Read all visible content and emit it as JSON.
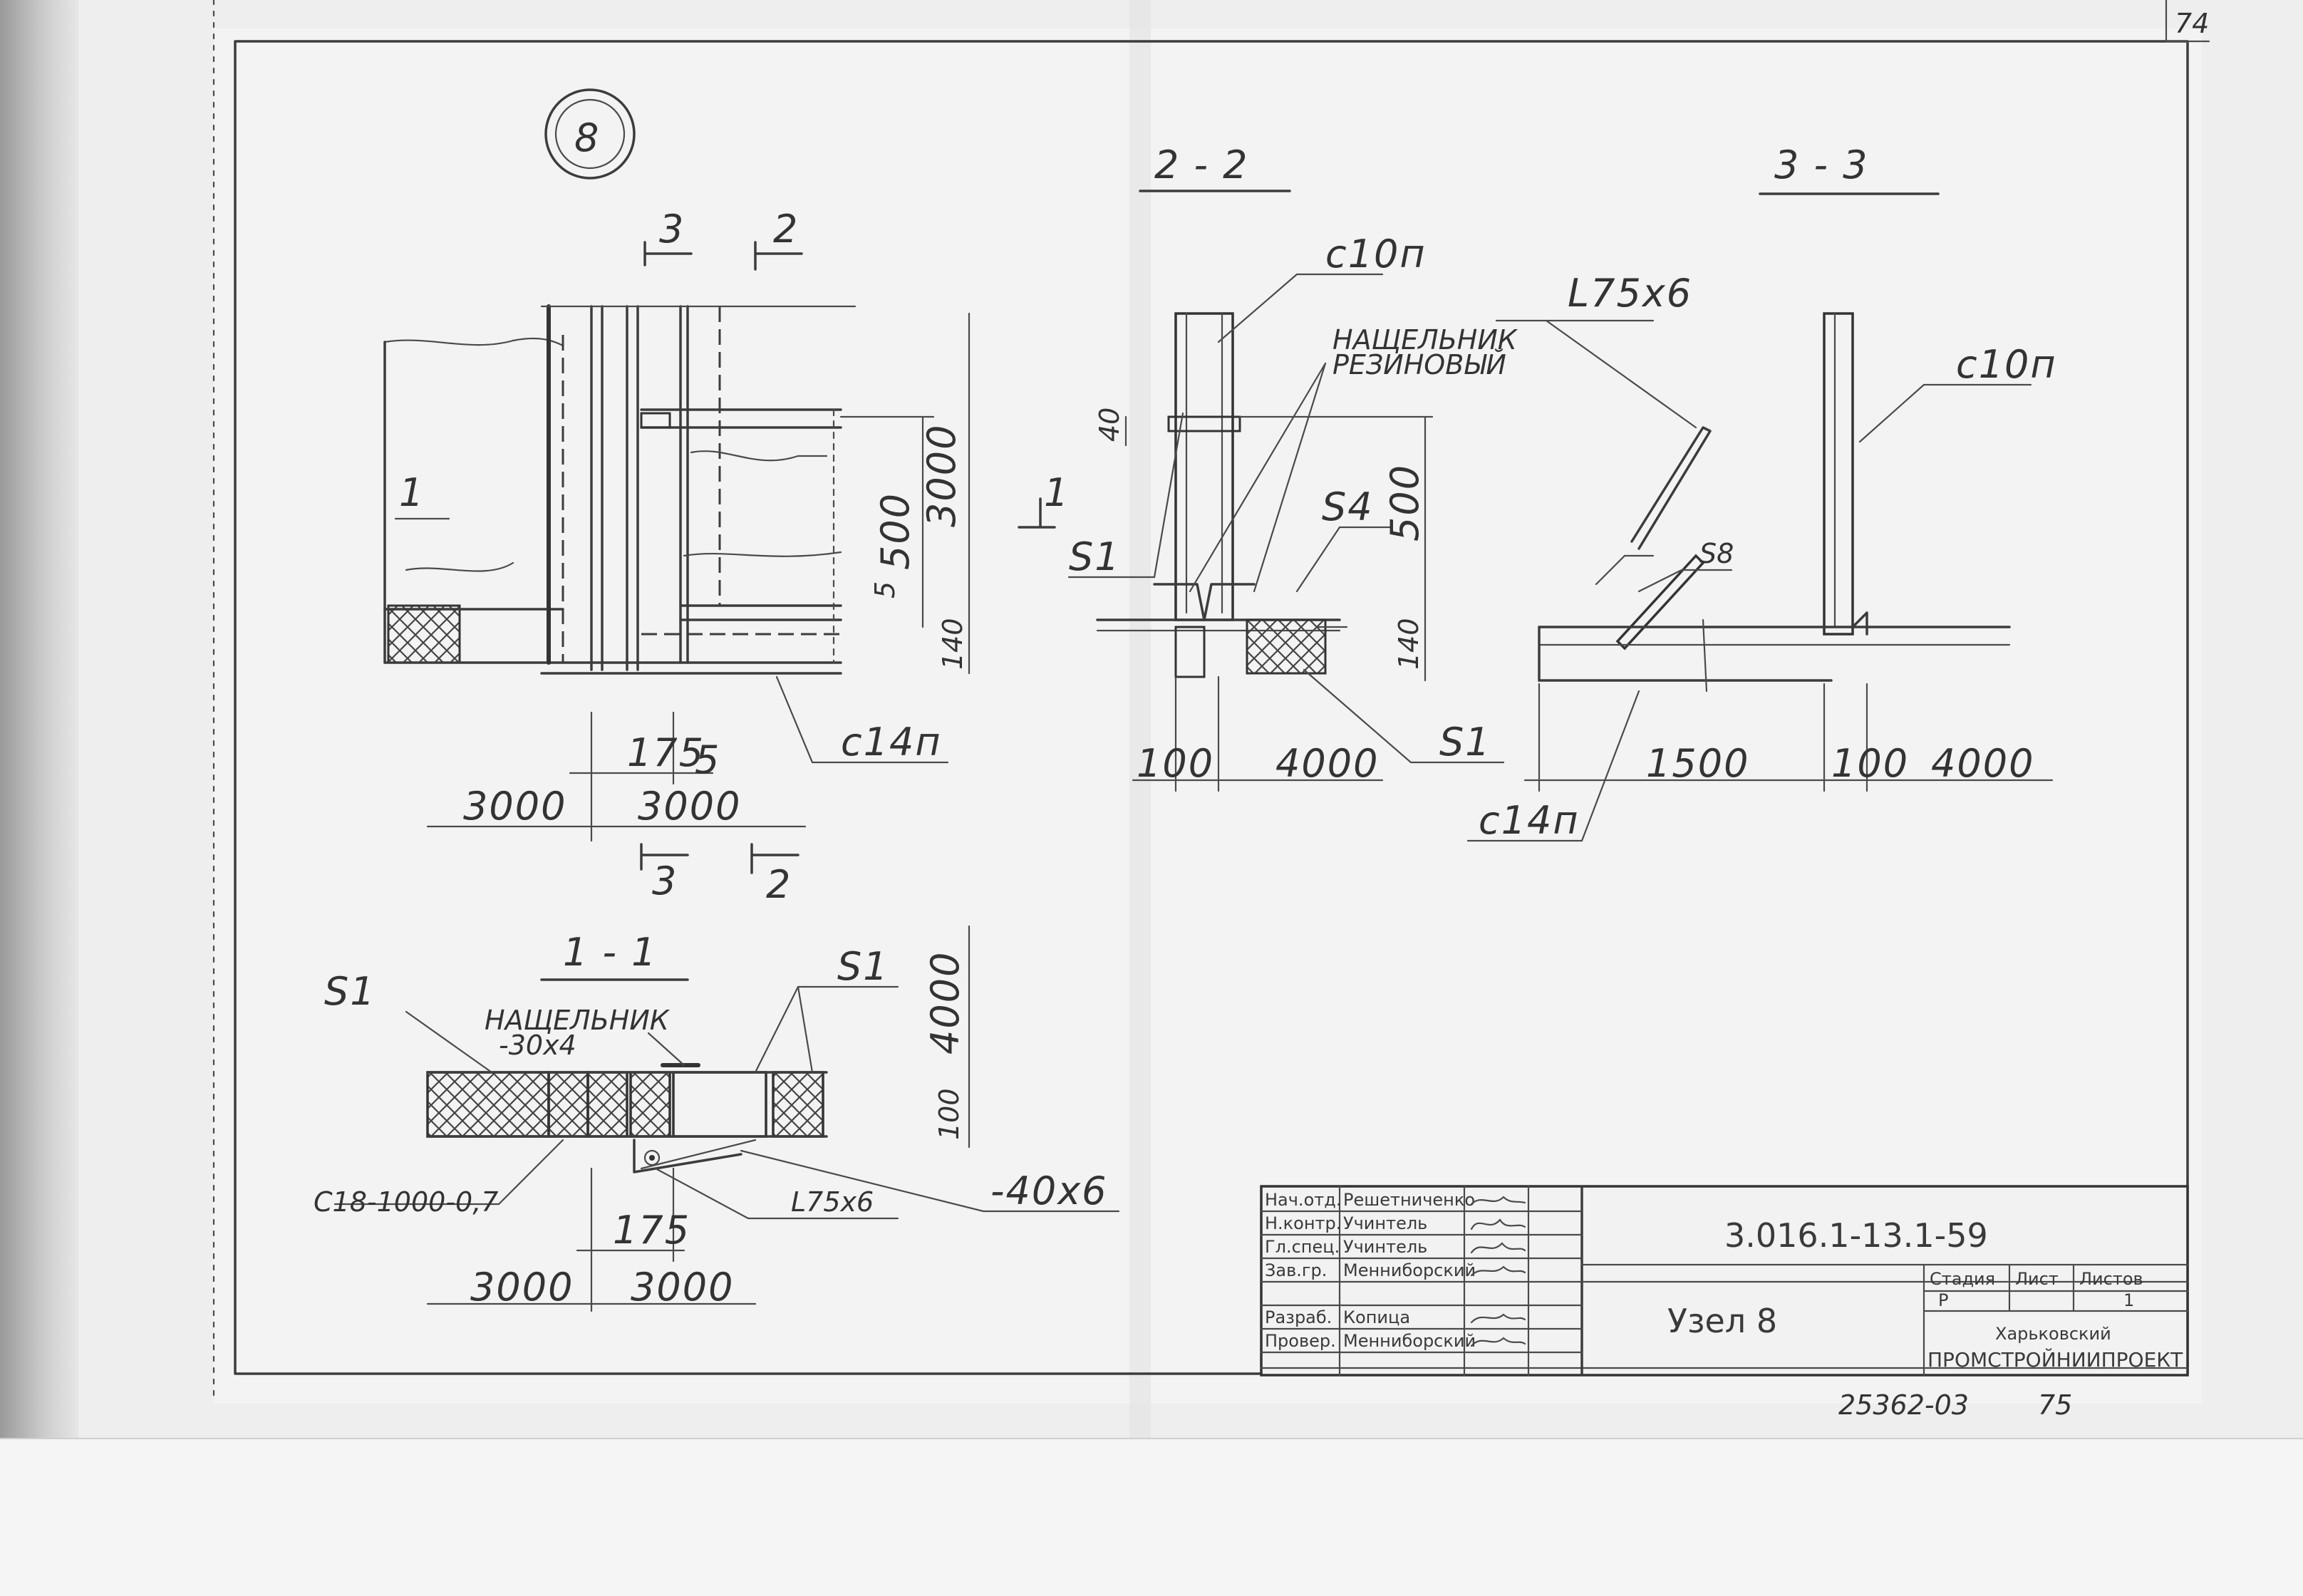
{
  "page_number": "74",
  "node_number": "8",
  "sections": {
    "s22": "2 - 2",
    "s33": "3 - 3",
    "s11": "1 - 1"
  },
  "labels": {
    "mark_3_top": "3",
    "mark_2_top": "2",
    "mark_3_bottom": "3",
    "mark_2_bottom": "2",
    "mark_1": "1",
    "panel_1": "1",
    "c10p_a": "с10п",
    "c10p_b": "с10п",
    "c14p_a": "с14п",
    "c14p_b": "с14п",
    "nashchelnik_rubber_1": "НАЩЕЛЬНИК",
    "nashchelnik_rubber_2": "РЕЗИНОВЫЙ",
    "nashchelnik": "НАЩЕЛЬНИК",
    "strip_30x4": "-30х4",
    "strip_40x6": "-40х6",
    "angle_75x6_a": "L75х6",
    "angle_75x6_b": "L75х6",
    "s1_a": "S1",
    "s1_b": "S1",
    "s1_c": "S1",
    "s1_d": "S1",
    "s4": "S4",
    "s8": "S8",
    "sheet_c18": "С18-1000-0,7"
  },
  "dims": {
    "d3000_v": "3000",
    "d500_v": "500",
    "d5_v": "5",
    "d140_v": "140",
    "d175": "175",
    "d5": "5",
    "d3000_left": "3000",
    "d3000_right": "3000",
    "d40": "40",
    "d500_22": "500",
    "d140_22": "140",
    "d100_22": "100",
    "d4000_22": "4000",
    "d1500_33": "1500",
    "d100_33": "100",
    "d4000_33": "4000",
    "d4000_11": "4000",
    "d100_11": "100",
    "d175_11": "175",
    "d3000_11_left": "3000",
    "d3000_11_right": "3000"
  },
  "title_block": {
    "rows": [
      {
        "role": "Нач.отд.",
        "name": "Решетниченко"
      },
      {
        "role": "Н.контр.",
        "name": "Учинтель"
      },
      {
        "role": "Гл.спец.",
        "name": "Учинтель"
      },
      {
        "role": "Зав.гр.",
        "name": "Менниборский"
      },
      {
        "role": "",
        "name": ""
      },
      {
        "role": "Разраб.",
        "name": "Копица"
      },
      {
        "role": "Провер.",
        "name": "Менниборский"
      }
    ],
    "code": "3.016.1-13.1-59",
    "title": "Узел 8",
    "stage_h": "Стадия",
    "sheet_h": "Лист",
    "sheets_h": "Листов",
    "stage": "Р",
    "sheet": "",
    "sheets": "1",
    "org_1": "Харьковский",
    "org_2": "ПРОМСТРОЙНИИПРОЕКТ"
  },
  "footer_number": "25362-03",
  "footer_page": "75"
}
